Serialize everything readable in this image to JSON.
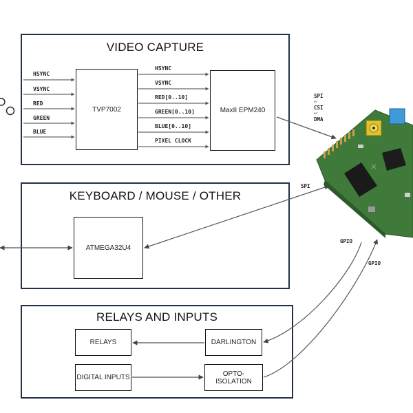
{
  "sections": {
    "video": {
      "title": "VIDEO CAPTURE"
    },
    "keyboard": {
      "title": "KEYBOARD / MOUSE / OTHER"
    },
    "relays": {
      "title": "RELAYS AND INPUTS"
    }
  },
  "chips": {
    "tvp": "TVP7002",
    "maxii": "MaxII EPM240",
    "atmega": "ATMEGA32U4",
    "relays": "RELAYS",
    "darlington": "DARLINGTON",
    "digital_inputs": "DIGITAL INPUTS",
    "opto": "OPTO-ISOLATION"
  },
  "inputs": [
    "HSYNC",
    "VSYNC",
    "RED",
    "GREEN",
    "BLUE"
  ],
  "outputs": [
    "HSYNC",
    "VSYNC",
    "RED[0..10]",
    "GREEN[0..10]",
    "BLUE[0..10]",
    "PIXEL CLOCK"
  ],
  "bus_labels": {
    "spi_top": "SPI",
    "or1": "or",
    "csi": "CSI",
    "or2": "or",
    "dma": "DMA",
    "spi_mid": "SPI",
    "gpio1": "GPIO",
    "gpio2": "GPIO"
  },
  "colors": {
    "frame": "#23304a",
    "board": "#3f7a3a",
    "arrow": "#555555"
  }
}
